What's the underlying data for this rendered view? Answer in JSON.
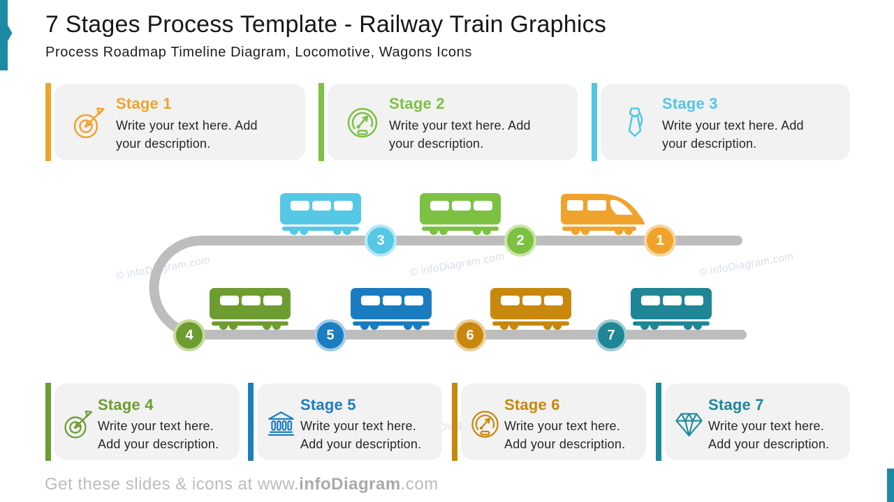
{
  "header": {
    "title": "7 Stages Process Template - Railway Train Graphics",
    "subtitle": "Process Roadmap Timeline Diagram, Locomotive, Wagons Icons"
  },
  "stages": [
    {
      "label": "Stage 1",
      "description": "Write your text here. Add your description.",
      "color": "#F0A32C",
      "icon": "target-arrow-icon"
    },
    {
      "label": "Stage 2",
      "description": "Write your text here. Add your description.",
      "color": "#7CC142",
      "icon": "speedometer-icon"
    },
    {
      "label": "Stage 3",
      "description": "Write your text here. Add your description.",
      "color": "#52C6E4",
      "icon": "necktie-icon"
    },
    {
      "label": "Stage 4",
      "description": "Write your text here. Add your description.",
      "color": "#6D9C31",
      "icon": "target-arrow-icon"
    },
    {
      "label": "Stage 5",
      "description": "Write your text here. Add your description.",
      "color": "#1C7EC1",
      "icon": "bank-icon"
    },
    {
      "label": "Stage 6",
      "description": "Write your text here. Add your description.",
      "color": "#C8870D",
      "icon": "speedometer-icon"
    },
    {
      "label": "Stage 7",
      "description": "Write your text here. Add your description.",
      "color": "#1B8A9C",
      "icon": "diamond-icon"
    }
  ],
  "timeline": {
    "track_color": "#BDBDBD",
    "stops": [
      {
        "number": "1",
        "color": "#F0A32C",
        "train": "locomotive"
      },
      {
        "number": "2",
        "color": "#7CC142",
        "train": "wagon"
      },
      {
        "number": "3",
        "color": "#55C8E6",
        "train": "wagon"
      },
      {
        "number": "4",
        "color": "#6D9C31",
        "train": "wagon"
      },
      {
        "number": "5",
        "color": "#1A7CC0",
        "train": "wagon"
      },
      {
        "number": "6",
        "color": "#C8870D",
        "train": "wagon"
      },
      {
        "number": "7",
        "color": "#1E8695",
        "train": "wagon"
      }
    ]
  },
  "watermark": {
    "text": "© infoDiagram.com"
  },
  "footer": {
    "prefix": "Get these slides & icons at www.",
    "brand": "infoDiagram",
    "suffix": ".com"
  },
  "accent": {
    "bookmark_color": "#1C89A5"
  }
}
